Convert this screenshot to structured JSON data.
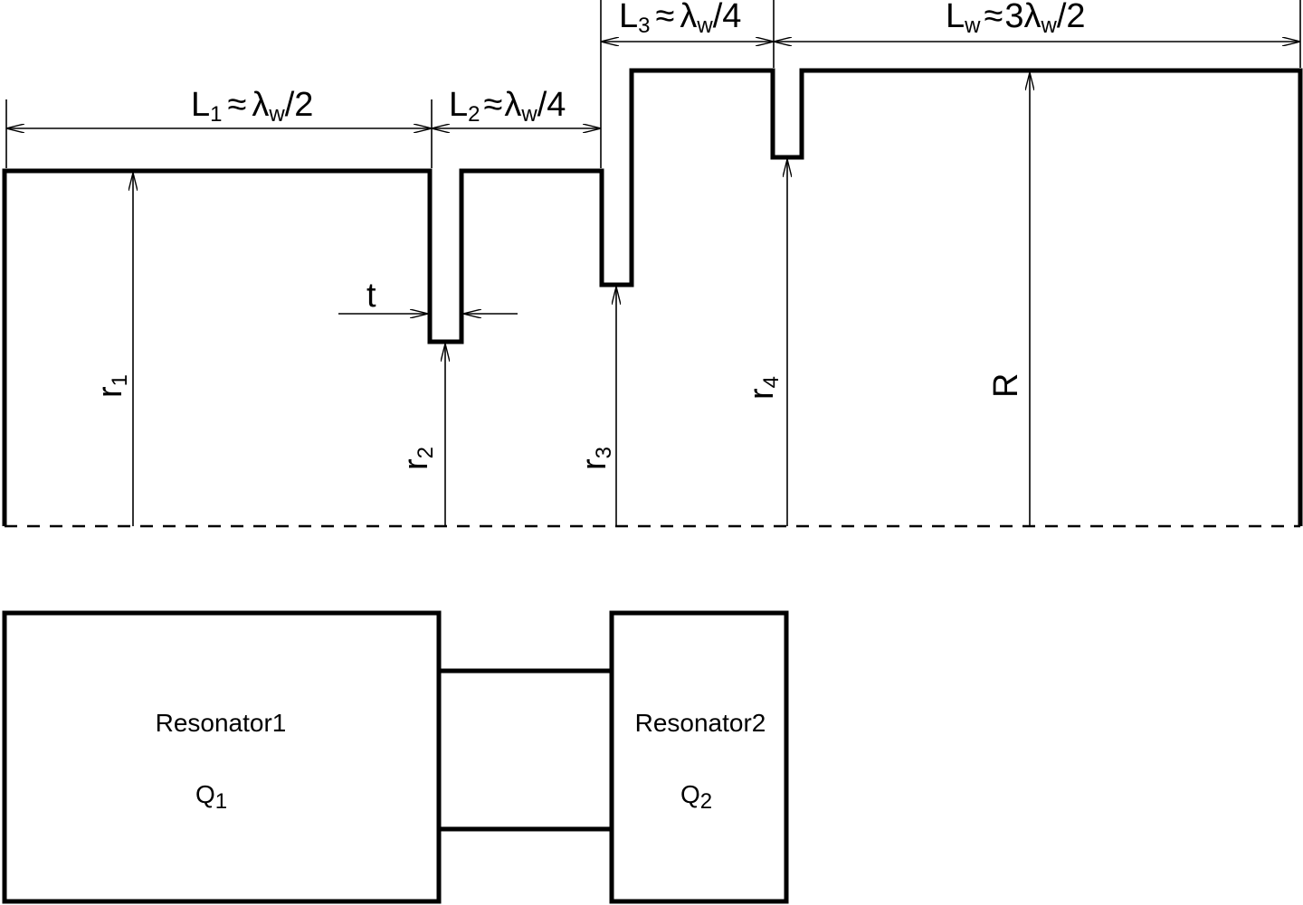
{
  "top": {
    "dims": {
      "L1": {
        "sym": "L",
        "sub": "1",
        "approx": "≈",
        "lam": "λ",
        "lamsub": "w",
        "rest": "/2"
      },
      "L2": {
        "sym": "L",
        "sub": "2",
        "approx": "≈",
        "lam": "λ",
        "lamsub": "w",
        "rest": "/4"
      },
      "L3": {
        "sym": "L",
        "sub": "3",
        "approx": "≈",
        "lam": "λ",
        "lamsub": "w",
        "rest": "/4"
      },
      "Lw": {
        "sym": "L",
        "sub": "w",
        "approx": "≈",
        "mult": "3",
        "lam": "λ",
        "lamsub": "w",
        "rest": "/2"
      }
    },
    "thickness_label": "t",
    "radii": {
      "r1": {
        "sym": "r",
        "sub": "1"
      },
      "r2": {
        "sym": "r",
        "sub": "2"
      },
      "r3": {
        "sym": "r",
        "sub": "3"
      },
      "r4": {
        "sym": "r",
        "sub": "4"
      },
      "R": {
        "sym": "R"
      }
    }
  },
  "bottom": {
    "resonator1": {
      "name": "Resonator1",
      "q": "Q",
      "q_sub": "1"
    },
    "resonator2": {
      "name": "Resonator2",
      "q": "Q",
      "q_sub": "2"
    }
  }
}
